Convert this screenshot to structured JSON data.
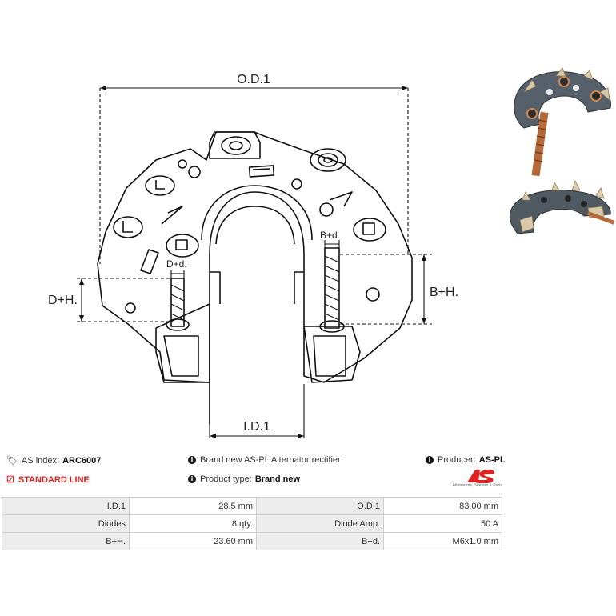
{
  "drawing": {
    "od_label": "O.D.1",
    "id_label": "I.D.1",
    "bh_label": "B+H.",
    "dh_label": "D+H.",
    "bd_label": "B+d.",
    "dd_label": "D+d."
  },
  "header": {
    "as_index_label": "AS index:",
    "as_index_value": "ARC6007",
    "description": "Brand new AS-PL Alternator rectifier",
    "producer_label": "Producer:",
    "producer_value": "AS-PL",
    "standard_line": "STANDARD LINE",
    "product_type_label": "Product type:",
    "product_type_value": "Brand new",
    "logo_tagline": "Alternators, Starters & Parts"
  },
  "specs": [
    {
      "label_a": "I.D.1",
      "value_a": "28.5 mm",
      "label_b": "O.D.1",
      "value_b": "83.00 mm"
    },
    {
      "label_a": "Diodes",
      "value_a": "8 qty.",
      "label_b": "Diode Amp.",
      "value_b": "50 A"
    },
    {
      "label_a": "B+H.",
      "value_a": "23.60 mm",
      "label_b": "B+d.",
      "value_b": "M6x1.0 mm"
    }
  ],
  "icons": [
    "tag-icon",
    "info-icon",
    "checkbox-icon",
    "as-logo"
  ],
  "colors": {
    "accent_red": "#d22222",
    "label_bg": "#ececec"
  }
}
